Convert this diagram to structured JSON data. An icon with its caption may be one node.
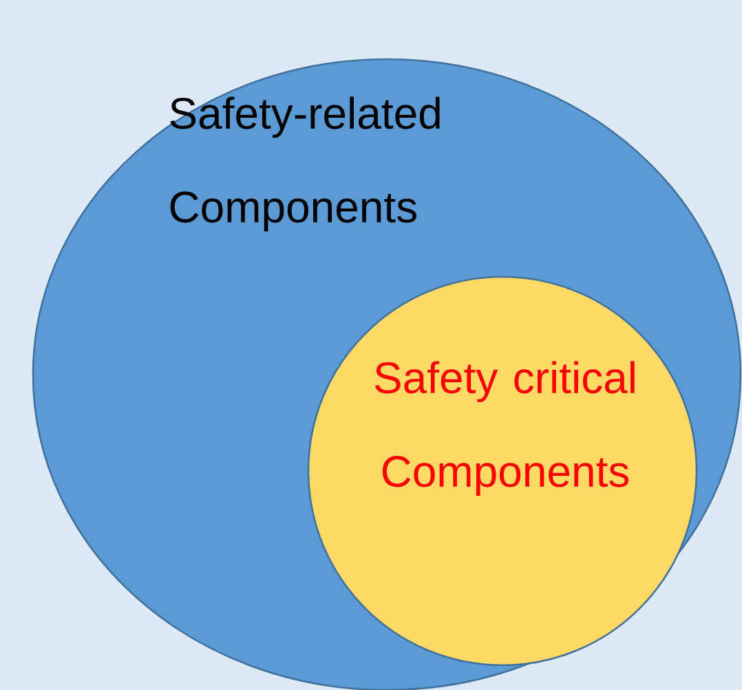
{
  "diagram": {
    "nodes": [
      {
        "text": [
          "Safety-related Components"
        ]
      },
      {
        "text": [
          "Safety critical Components"
        ],
        "in": 0
      }
    ]
  }
}
